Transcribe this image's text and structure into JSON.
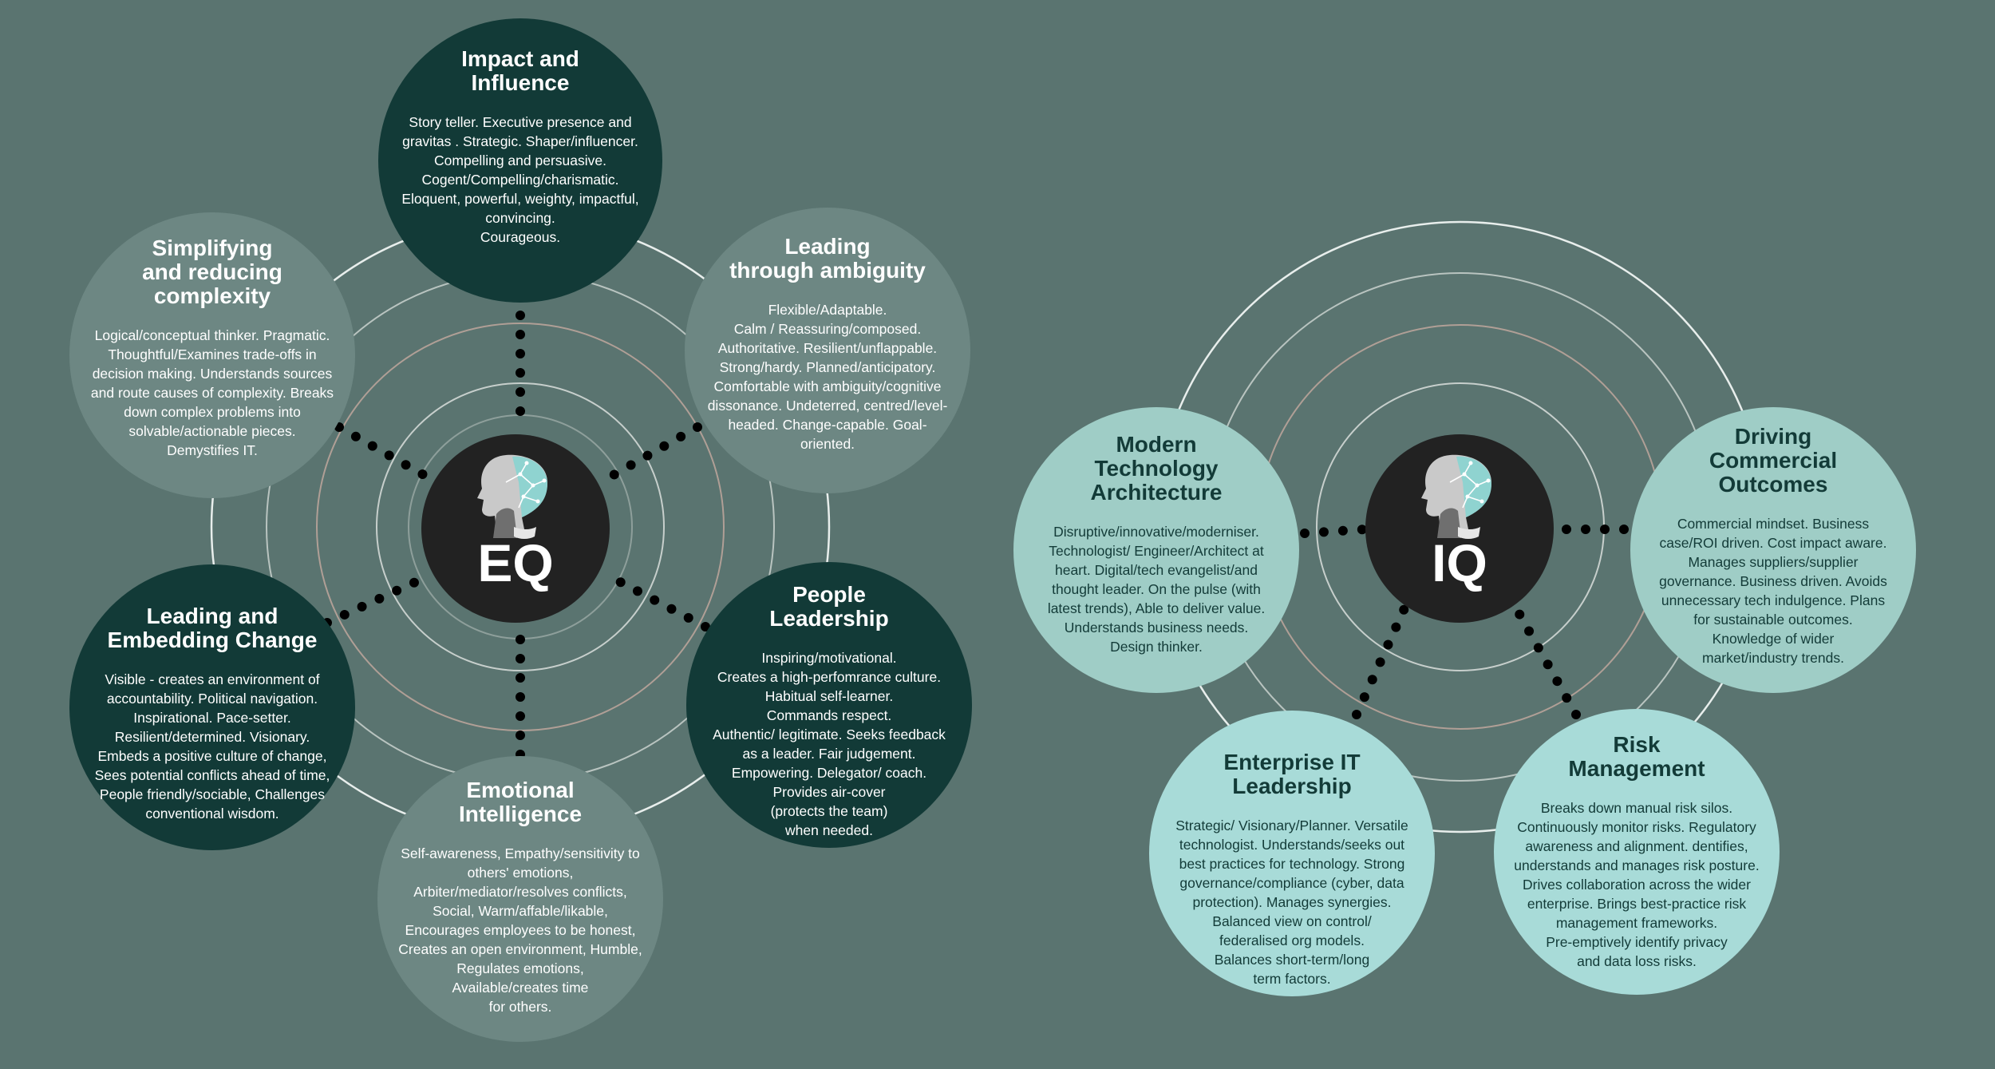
{
  "colors": {
    "background": "#5a7470",
    "dark_bubble": "#123a37",
    "mid_bubble": "#6d8783",
    "light_bubble": "#9fcdc6",
    "lighter_bubble": "#a8dbd8",
    "center": "#222222",
    "dots": "#000000"
  },
  "eq": {
    "label": "EQ",
    "icon": "head-brain-icon",
    "nodes": {
      "impact": {
        "title": "Impact and\nInfluence",
        "description": "Story teller. Executive presence and\ngravitas . Strategic. Shaper/influencer.\nCompelling and persuasive.\nCogent/Compelling/charismatic.\nEloquent, powerful, weighty, impactful,\nconvincing.\nCourageous."
      },
      "ambiguity": {
        "title": "Leading\nthrough ambiguity",
        "description": "Flexible/Adaptable.\nCalm / Reassuring/composed.\nAuthoritative. Resilient/unflappable.\nStrong/hardy. Planned/anticipatory.\nComfortable with ambiguity/cognitive\ndissonance. Undeterred, centred/level-\nheaded. Change-capable. Goal-\noriented."
      },
      "people": {
        "title": "People\nLeadership",
        "description": "Inspiring/motivational.\nCreates a high-perfomrance culture.\nHabitual self-learner.\nCommands respect.\nAuthentic/ legitimate. Seeks feedback\nas a leader. Fair judgement.\nEmpowering. Delegator/ coach.\nProvides air-cover\n(protects the team)\nwhen needed."
      },
      "emotional": {
        "title": "Emotional\nIntelligence",
        "description": "Self-awareness, Empathy/sensitivity to\nothers' emotions,\nArbiter/mediator/resolves conflicts,\nSocial, Warm/affable/likable,\nEncourages employees to be honest,\nCreates an open environment, Humble,\nRegulates emotions,\nAvailable/creates time\nfor others."
      },
      "change": {
        "title": "Leading and\nEmbedding Change",
        "description": "Visible - creates an environment of\naccountability. Political navigation.\nInspirational. Pace-setter.\nResilient/determined. Visionary.\nEmbeds a positive culture of change,\nSees potential conflicts ahead of time,\nPeople friendly/sociable, Challenges\nconventional wisdom."
      },
      "simplifying": {
        "title": "Simplifying\nand reducing\ncomplexity",
        "description": "Logical/conceptual thinker. Pragmatic.\nThoughtful/Examines trade-offs in\ndecision making. Understands sources\nand route causes of complexity. Breaks\ndown complex problems into\nsolvable/actionable pieces.\nDemystifies IT."
      }
    }
  },
  "iq": {
    "label": "IQ",
    "icon": "head-brain-icon",
    "nodes": {
      "architecture": {
        "title": "Modern\nTechnology\nArchitecture",
        "description": "Disruptive/innovative/moderniser.\nTechnologist/ Engineer/Architect at\nheart. Digital/tech evangelist/and\nthought leader. On the pulse (with\nlatest trends), Able to deliver value.\nUnderstands business needs.\nDesign thinker."
      },
      "commercial": {
        "title": "Driving\nCommercial\nOutcomes",
        "description": "Commercial mindset. Business\ncase/ROI driven. Cost impact aware.\nManages suppliers/supplier\ngovernance. Business driven. Avoids\nunnecessary tech indulgence. Plans\nfor sustainable outcomes.\nKnowledge of wider\nmarket/industry trends."
      },
      "enterprise": {
        "title": "Enterprise IT\nLeadership",
        "description": "Strategic/ Visionary/Planner. Versatile\ntechnologist. Understands/seeks out\nbest practices for technology. Strong\ngovernance/compliance (cyber, data\nprotection). Manages synergies.\nBalanced view on control/\nfederalised org models.\nBalances short-term/long\nterm factors."
      },
      "risk": {
        "title": "Risk\nManagement",
        "description": "Breaks down manual risk silos.\nContinuously monitor risks. Regulatory\nawareness and alignment. dentifies,\nunderstands and manages risk posture.\nDrives collaboration across the wider\nenterprise. Brings best-practice risk\nmanagement frameworks.\nPre-emptively identify privacy\nand data loss risks."
      }
    }
  }
}
